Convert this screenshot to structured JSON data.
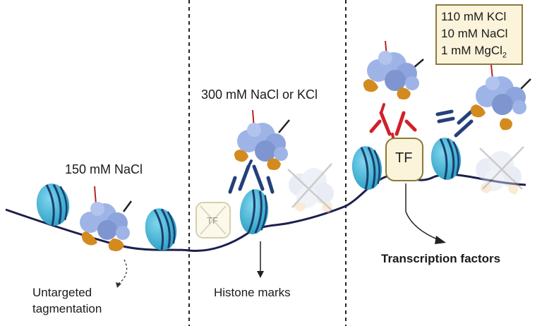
{
  "labels": {
    "nacl_150": "150 mM NaCl",
    "salt_300": "300 mM NaCl or KCl",
    "untargeted_line1": "Untargeted",
    "untargeted_line2": "tagmentation",
    "histone_marks": "Histone marks",
    "transcription_factors": "Transcription factors",
    "tf_label": "TF",
    "tf_label_faded": "TF"
  },
  "conditions_box": {
    "kcl": "110 mM KCl",
    "nacl": "10 mM NaCl",
    "mgcl2_prefix": "1 mM MgCl",
    "mgcl2_subscript": "2"
  },
  "colors": {
    "dna": "#1d1f4d",
    "nucleosome": "#3bb3d6",
    "nucleosome_band": "#1a3f6e",
    "enzyme": "#9fb4e6",
    "enzyme_shade": "#7f95d0",
    "protein_a": "#d38a1e",
    "antibody_histone": "#24407a",
    "antibody_tf": "#d0202a",
    "tf_fill": "#fbf4da",
    "tf_border": "#8a7a3c"
  }
}
